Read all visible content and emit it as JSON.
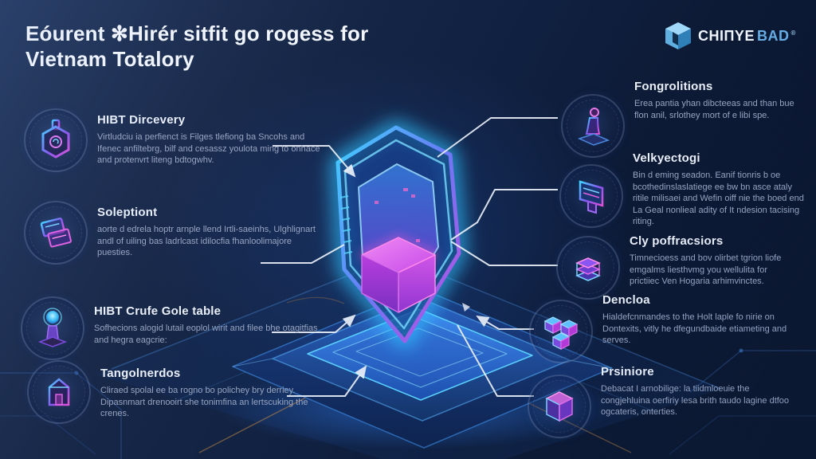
{
  "title": {
    "line1": "Eóurent ✻Hirér sitfit go rogess for",
    "line2": "Vietnam Totalory"
  },
  "logo": {
    "primary": "CHIПYE",
    "secondary": "BAD",
    "mark": "®"
  },
  "left_items": [
    {
      "heading": "HIBT Dircevery",
      "body": "Virtludciu ia perfienct is Filges tlefiong ba Sncohs and Ifenec anfiltebrg, bilf and cesassz youlota ming to onhace and protenvrt liteng bdtogwhv.",
      "icon": "hex-lock-icon"
    },
    {
      "heading": "Soleptiont",
      "body": "aorte d edrela hoptr arnple llend Irtli-saeinhs, Ulghlignart andl of uiling bas ladrlcast idilocfia fhanloolimajore puesties.",
      "icon": "device-stack-icon"
    },
    {
      "heading": "HIBT Crufe Gole table",
      "body": "Sofhecions alogid lutail eoplol wirit and filee bhe otagitfias and hegra eagcrie:",
      "icon": "orb-pedestal-icon"
    },
    {
      "heading": "Tangolnerdos",
      "body": "Cliraed spolal ee ba rogno bo polichey bry derriey. Dipasnmart drenooirt she tonimfina an lertscuking the crenes.",
      "icon": "cube-house-icon"
    }
  ],
  "right_items": [
    {
      "heading": "Fongrolitions",
      "body": "Erea pantia yhan dibcteeas and than bue flon anil, srlothey mort of e libi spe.",
      "icon": "statue-icon"
    },
    {
      "heading": "Velkyectogi",
      "body": "Bin d eming seadon. Eanif tionris b oe bcothedinslaslatiege ee bw bn asce ataly ritile milisaei and Wefin oiff nie the boed end La Geal nonlieal adity of It ndesion tacising riting.",
      "icon": "server-monitor-icon"
    },
    {
      "heading": "Cly poffracsiors",
      "body": "Timnecioess and bov olirbet tgrion liofe emgalms liesthvmg you wellulita for prictiiec Ven Hogaria arhimvinctes.",
      "icon": "coin-stack-icon"
    },
    {
      "heading": "Dencloa",
      "body": "Hialdefcnmandes to the Holt laple fo nirie on Dontexits, vitly he dfegundbaide etiameting and serves.",
      "icon": "module-cluster-icon"
    },
    {
      "heading": "Prsiniore",
      "body": "Debacat I arnobilige: la tiidmloeuie the congjehluina oerfiriy lesa brith taudo lagine dtfoo ogcateris, onterties.",
      "icon": "data-box-icon"
    }
  ],
  "colors": {
    "background_top": "#213459",
    "background_bottom": "#081123",
    "accent_cyan": "#3fc6ff",
    "accent_purple": "#8a55f0",
    "accent_magenta": "#e550d8",
    "heading_text": "#eaeff8",
    "body_text": "#98a5c1",
    "connector": "#eaf0f9",
    "amber_accent": "#c8914a"
  }
}
